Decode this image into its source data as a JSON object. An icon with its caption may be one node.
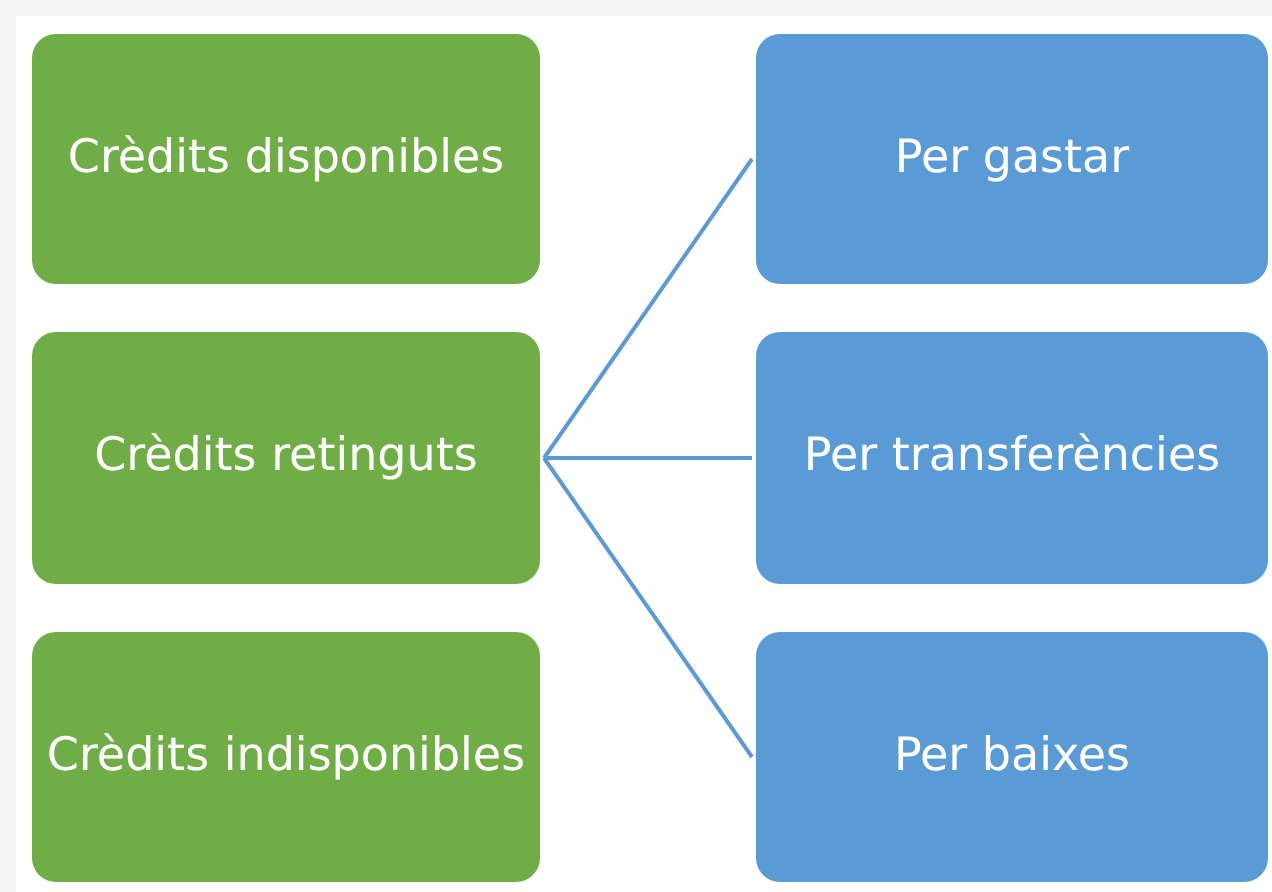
{
  "diagram": {
    "nodes": [
      {
        "text": [
          "Crèdits disponibles"
        ]
      },
      {
        "text": [
          "Crèdits retinguts"
        ]
      },
      {
        "text": [
          "Crèdits indisponibles"
        ]
      },
      {
        "text": [
          "Per gastar"
        ]
      },
      {
        "text": [
          "Per transferències"
        ]
      },
      {
        "text": [
          "Per baixes"
        ]
      }
    ],
    "edges": [
      {
        "from": 1,
        "to": 3,
        "arrow": "none"
      },
      {
        "from": 1,
        "to": 4,
        "arrow": "none"
      },
      {
        "from": 1,
        "to": 5,
        "arrow": "none"
      }
    ]
  }
}
